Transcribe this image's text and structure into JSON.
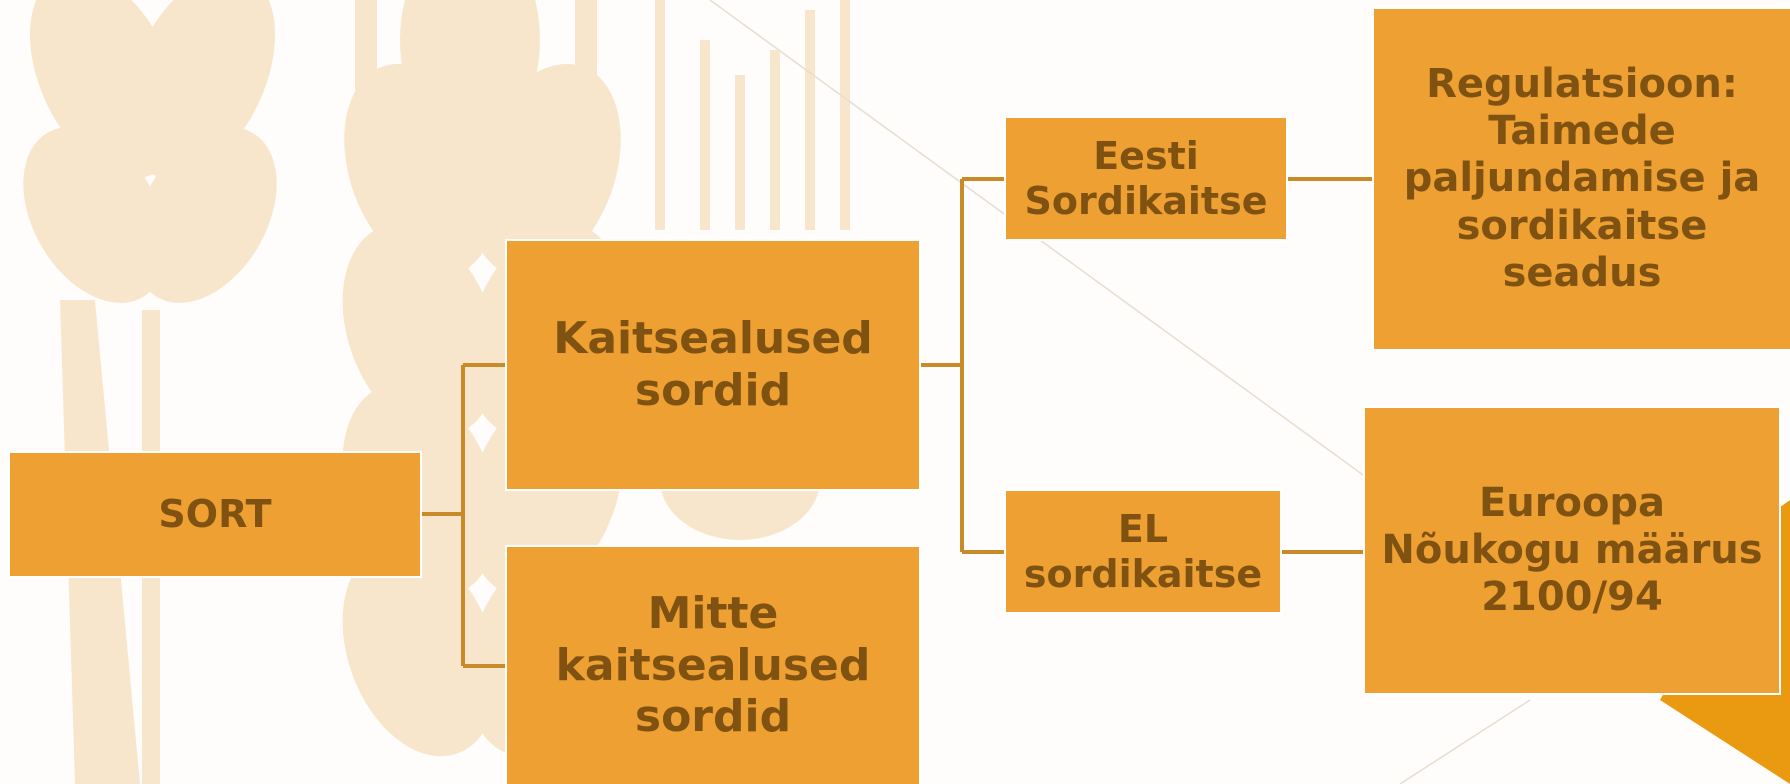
{
  "diagram": {
    "root": "SORT",
    "protected": "Kaitsealused\nsordid",
    "unprotected": "Mitte\nkaitsealused\nsordid",
    "estonian": "Eesti\nSordikaitse",
    "eu": "EL\nsordikaitse",
    "regulation": "Regulatsioon:\nTaimede\npaljundamise ja\nsordikaitse\nseadus",
    "council": "Euroopa\nNõukogu määrus\n2100/94"
  },
  "colors": {
    "box_fill": "#eea032",
    "text": "#7f5212",
    "connector": "#c98a28",
    "wheat": "#f8e6cc"
  },
  "background_icon": "wheat-ears-decoration"
}
